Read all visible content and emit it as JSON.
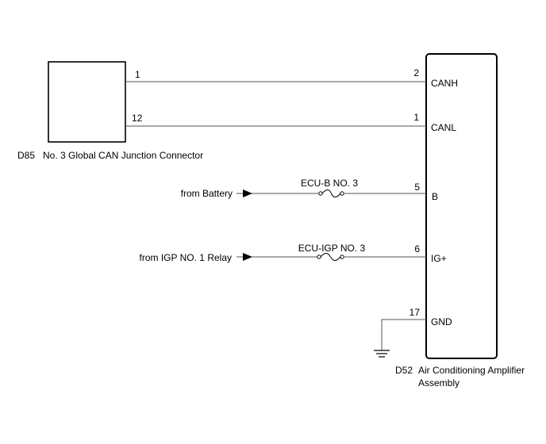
{
  "components": {
    "d85": {
      "code": "D85",
      "name": "No. 3 Global CAN Junction Connector"
    },
    "d52": {
      "code": "D52",
      "name_line1": "Air Conditioning Amplifier",
      "name_line2": "Assembly"
    }
  },
  "wires": {
    "canh": {
      "left_pin": "1",
      "right_pin": "2",
      "terminal": "CANH"
    },
    "canl": {
      "left_pin": "12",
      "right_pin": "1",
      "terminal": "CANL"
    },
    "battery": {
      "source": "from Battery",
      "fuse": "ECU-B NO. 3",
      "pin": "5",
      "terminal": "B"
    },
    "igp": {
      "source": "from IGP NO. 1 Relay",
      "fuse": "ECU-IGP NO. 3",
      "pin": "6",
      "terminal": "IG+"
    },
    "gnd": {
      "pin": "17",
      "terminal": "GND"
    }
  },
  "colors": {
    "box_stroke": "#000000",
    "wire": "#555555"
  }
}
